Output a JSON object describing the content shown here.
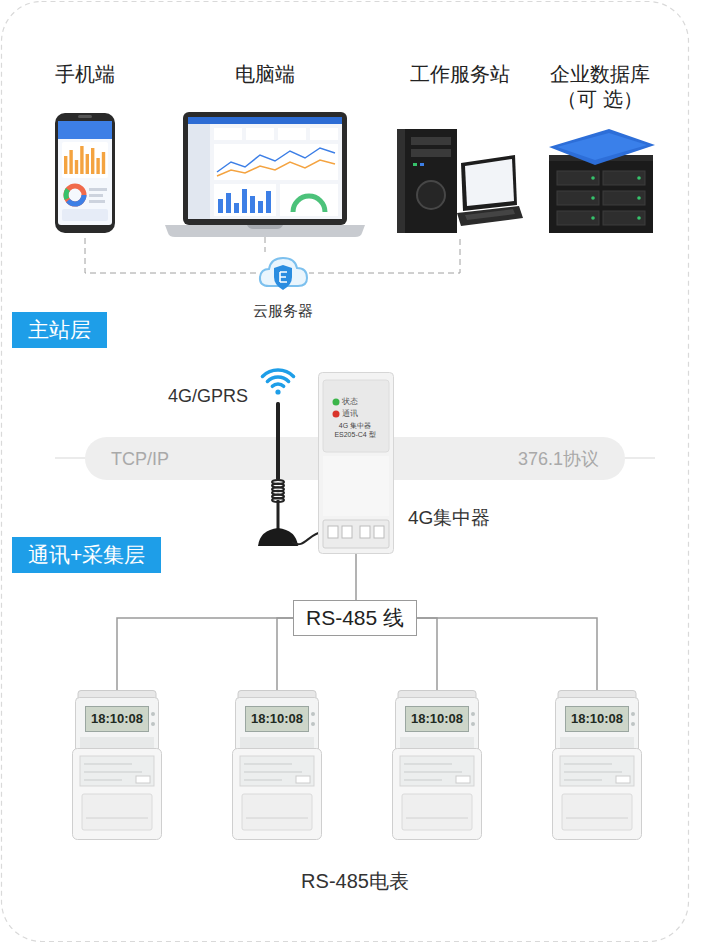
{
  "diagram": {
    "nodes": [
      {
        "text": [
          "手机端"
        ]
      },
      {
        "text": [
          "电脑端"
        ]
      },
      {
        "text": [
          "工作服务站"
        ]
      },
      {
        "text": [
          "企业数据库 （可 选）"
        ]
      },
      {
        "text": [
          "云服务器"
        ]
      },
      {
        "text": [
          "主站层"
        ]
      },
      {
        "text": [
          "TCP/IP",
          "376.1协议"
        ]
      },
      {
        "text": [
          "4G集中器"
        ]
      },
      {
        "text": [
          "通讯+采集层"
        ]
      },
      {
        "text": [
          "RS-485 线"
        ]
      },
      {
        "text": [
          "18:10:08"
        ]
      },
      {
        "text": [
          "18:10:08"
        ]
      },
      {
        "text": [
          "18:10:08"
        ]
      },
      {
        "text": [
          "18:10:08"
        ]
      }
    ],
    "edges": [
      {
        "from": 0,
        "to": 4,
        "arrow": "none"
      },
      {
        "from": 1,
        "to": 4,
        "arrow": "none"
      },
      {
        "from": 2,
        "to": 4,
        "arrow": "none"
      },
      {
        "from": 7,
        "to": 9,
        "arrow": "none"
      },
      {
        "from": 9,
        "to": 10,
        "arrow": "none"
      },
      {
        "from": 9,
        "to": 11,
        "arrow": "none"
      },
      {
        "from": 9,
        "to": 12,
        "arrow": "none"
      },
      {
        "from": 9,
        "to": 13,
        "arrow": "none"
      }
    ],
    "labels": [
      "4G/GPRS",
      "状态",
      "通讯",
      "4G 集中器",
      "ES205-C4 型",
      "RS-485电表"
    ]
  }
}
